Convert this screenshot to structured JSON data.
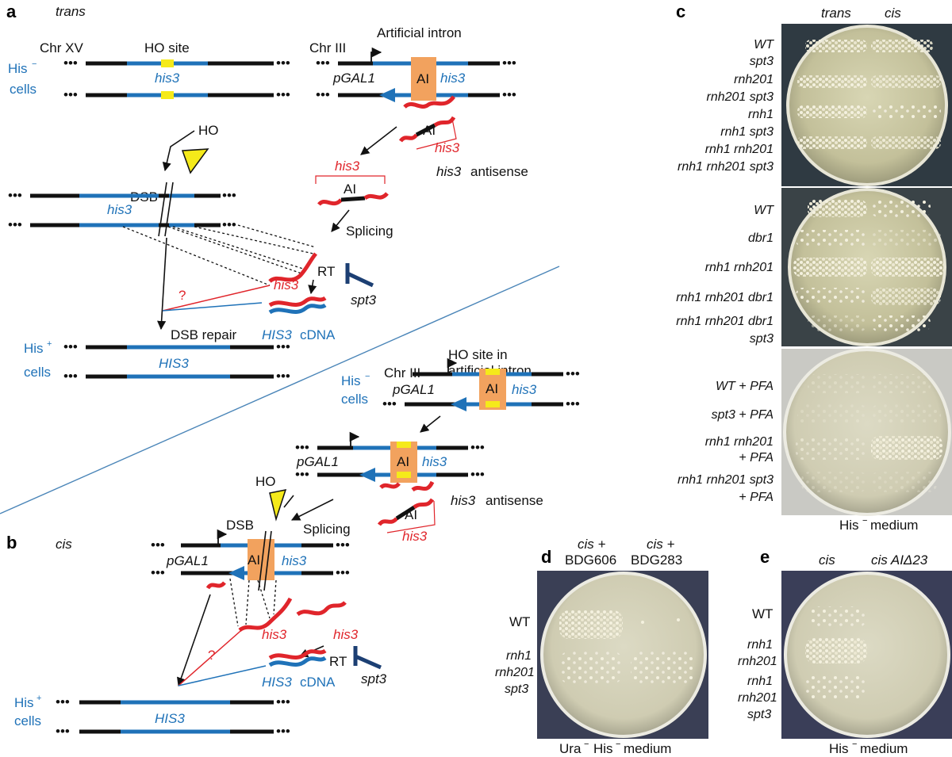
{
  "panel_a": {
    "letter": "a",
    "mode": "trans",
    "chr15": "Chr XV",
    "ho_site": "HO site",
    "his_minus": "His",
    "his_sup_minus": "−",
    "cells": "cells",
    "his3": "his3",
    "ho": "HO",
    "dsb": "DSB",
    "chr3": "Chr III",
    "artificial_intron": "Artificial intron",
    "pgal1": "pGAL1",
    "ai": "AI",
    "his3_antisense_italic": "his3",
    "antisense": "antisense",
    "splicing": "Splicing",
    "rt": "RT",
    "spt3": "spt3",
    "question": "?",
    "his3_cdna_a": "HIS3",
    "cdna": "cDNA",
    "dsb_repair": "DSB repair",
    "his_plus": "His",
    "his_sup_plus": "+",
    "HIS3": "HIS3"
  },
  "panel_b": {
    "letter": "b",
    "mode": "cis",
    "chr3": "Chr III",
    "ho_site_line1": "HO site in",
    "ho_site_line2": "artificial intron",
    "his_minus": "His",
    "his_sup_minus": "−",
    "cells": "cells",
    "pgal1": "pGAL1",
    "ai": "AI",
    "his3": "his3",
    "antisense": "antisense",
    "ho": "HO",
    "dsb": "DSB",
    "splicing": "Splicing",
    "rt": "RT",
    "spt3": "spt3",
    "question": "?",
    "his3_cdna": "HIS3",
    "cdna": "cDNA",
    "his_plus": "His",
    "his_sup_plus": "+",
    "HIS3": "HIS3"
  },
  "panel_c": {
    "letter": "c",
    "col_trans": "trans",
    "col_cis": "cis",
    "plate1_rows": [
      "WT",
      "spt3",
      "rnh201",
      "rnh201 spt3",
      "rnh1",
      "rnh1 spt3",
      "rnh1 rnh201",
      "rnh1 rnh201 spt3"
    ],
    "plate2_rows": [
      "WT",
      "dbr1",
      "rnh1 rnh201",
      "rnh1 rnh201 dbr1",
      "rnh1 rnh201 dbr1",
      "spt3"
    ],
    "plate3_rows": [
      "WT + PFA",
      "spt3 + PFA",
      "rnh1 rnh201",
      "+ PFA",
      "rnh1 rnh201 spt3",
      "+ PFA"
    ],
    "medium": "His",
    "medium_sup": "−",
    "medium_word": "medium"
  },
  "panel_d": {
    "letter": "d",
    "col1_line1": "cis +",
    "col1_line2": "BDG606",
    "col2_line1": "cis +",
    "col2_line2": "BDG283",
    "rows": [
      "WT",
      "rnh1",
      "rnh201",
      "spt3"
    ],
    "medium1": "Ura",
    "medium1_sup": "−",
    "medium2": "His",
    "medium2_sup": "−",
    "medium_word": "medium"
  },
  "panel_e": {
    "letter": "e",
    "col1": "cis",
    "col2": "cis AIΔ23",
    "rows": [
      "WT",
      "rnh1",
      "rnh201",
      "rnh1",
      "rnh201",
      "spt3"
    ],
    "medium": "His",
    "medium_sup": "−",
    "medium_word": "medium"
  },
  "colors": {
    "blue": "#1f72b8",
    "red": "#e0252b",
    "orange": "#f2a25e",
    "yellow": "#f5ea1a",
    "dark_blue": "#1c3f73",
    "black": "#111111"
  }
}
